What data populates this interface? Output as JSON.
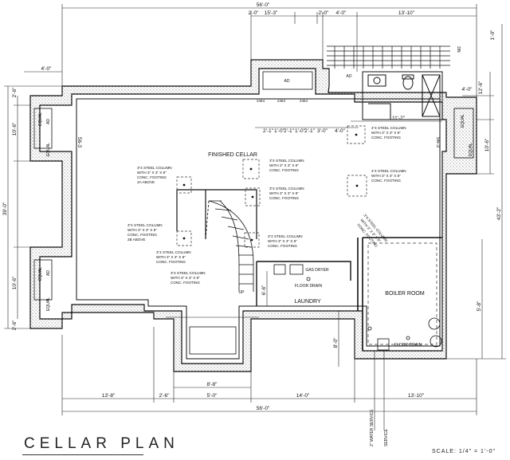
{
  "title": "CELLAR PLAN",
  "scale": "SCALE: 1/4\" = 1'-0\"",
  "dims": {
    "top_overall": "56'-0\"",
    "top_seg1": "15'-3\"",
    "top_seg2": "4'-0\"",
    "top_seg3": "13'-10\"",
    "top_small": "2'-0\"",
    "top_small2": "2'-0\"",
    "top_left": "4'-0\"",
    "left_upper": "10'-6\"",
    "left_mid": "39'-0\"",
    "left_lower": "10'-6\"",
    "left_bottom": "2'-6\"",
    "left_top": "2'-6\"",
    "right_overall": "43'-2\"",
    "right_top": "1'-0\"",
    "right_a": "4'-0\"",
    "right_b": "10'-6\"",
    "right_c": "12'-6\"",
    "right_d": "5'-8\"",
    "bottom_overall": "56'-0\"",
    "bottom_seg1": "13'-8\"",
    "bottom_seg2": "2'-6\"",
    "bottom_seg3": "5'-0\"",
    "bottom_seg4": "14'-0\"",
    "bottom_seg5": "13'-10\"",
    "bottom_small": "8'-8\"",
    "inner_11": "11'-2\"",
    "inner_6": "6'-6\"",
    "inner_8": "8'-0\"",
    "inner_col_row": [
      "2'-1\"",
      "1'-0\"",
      "2'-1\"",
      "1'-0\"",
      "2'-1\"",
      "3'-0\"",
      "4'-0\""
    ],
    "wall": "56-3"
  },
  "labels": {
    "finished_cellar": "FINISHED CELLAR",
    "laundry": "LAUNDRY",
    "boiler_room": "BOILER ROOM",
    "floor_drain_1": "FLOOR DRAIN",
    "floor_drain_2": "FLOOR DRAIN",
    "gas_dryer": "GAS DRYER",
    "up": "UP",
    "equal": "EQUAL",
    "ad": "AD",
    "dn": "DN",
    "water_service": "2\" WATER SERVICE",
    "service": "SERVICE",
    "win1": "2464",
    "win2": "2464",
    "win3": "2464"
  },
  "notes": {
    "col1": [
      "3\"4 STEEL COLUMN",
      "WITH 3\" X 3\" X 8\"",
      "CONC. FOOTING"
    ],
    "col2": [
      "3\"4 STEEL COLUMN",
      "WITH 3\" X 3\" X 8\"",
      "CONC. FOOTING",
      "2A ABOVE"
    ],
    "col3": [
      "3\"4 STEEL COLUMN",
      "WITH 3\" X 3\" X 8\"",
      "CONC. FOOTING"
    ],
    "col4": [
      "4\"4 STEEL COLUMN",
      "WITH 3\" X 3\" X 8\"",
      "CONC. FOOTING"
    ],
    "col5": [
      "4\"4 STEEL COLUMN",
      "WITH 3\" X 3\" X 8\"",
      "CONC. FOOTING"
    ],
    "col6": [
      "3\"4 STEEL COLUMN",
      "WITH 3\" X 3\" X 8\"",
      "CONC. FOOTING",
      "2B ABOVE"
    ],
    "col7": [
      "3\"4 STEEL COLUMN",
      "WITH 3\" X 3\" X 8\"",
      "CONC. FOOTING"
    ],
    "col8": [
      "3\"4 STEEL COLUMN",
      "WITH 3\" X 3\" X 8\"",
      "CONC. FOOTING"
    ],
    "col9": [
      "3\"4 STEEL COLUMN",
      "WITH 3\" X 3\" X 8\"",
      "CONC. FOOTING"
    ],
    "col10": [
      "3\"4 STEEL COLUMN",
      "WITH 3\" X 3\" X 8\"",
      "CONC. FOOTING"
    ]
  }
}
